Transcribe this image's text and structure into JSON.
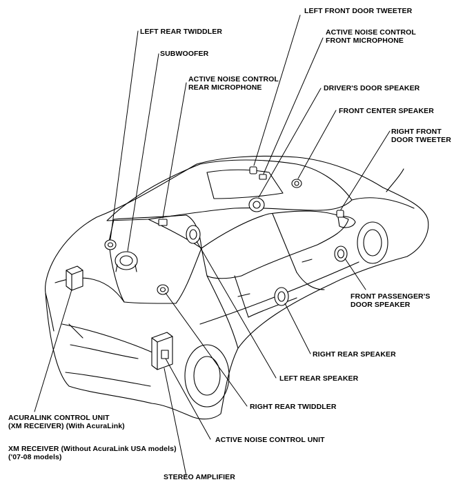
{
  "labels": {
    "left_front_door_tweeter": [
      "LEFT FRONT DOOR TWEETER"
    ],
    "anc_front_microphone": [
      "ACTIVE NOISE CONTROL",
      "FRONT MICROPHONE"
    ],
    "left_rear_twiddler": [
      "LEFT REAR TWIDDLER"
    ],
    "subwoofer": [
      "SUBWOOFER"
    ],
    "anc_rear_microphone": [
      "ACTIVE NOISE CONTROL",
      "REAR MICROPHONE"
    ],
    "drivers_door_speaker": [
      "DRIVER'S DOOR SPEAKER"
    ],
    "front_center_speaker": [
      "FRONT CENTER SPEAKER"
    ],
    "right_front_door_tweeter": [
      "RIGHT FRONT",
      "DOOR TWEETER"
    ],
    "front_passenger_door_speaker": [
      "FRONT PASSENGER'S",
      "DOOR SPEAKER"
    ],
    "right_rear_speaker": [
      "RIGHT REAR SPEAKER"
    ],
    "left_rear_speaker": [
      "LEFT REAR SPEAKER"
    ],
    "acuralink_control_unit": [
      "ACURALINK CONTROL UNIT",
      "(XM RECEIVER) (With AcuraLink)"
    ],
    "right_rear_twiddler": [
      "RIGHT REAR TWIDDLER"
    ],
    "active_noise_control_unit": [
      "ACTIVE NOISE CONTROL UNIT"
    ],
    "xm_receiver": [
      "XM RECEIVER (Without AcuraLink USA models)",
      "('07-08 models)"
    ],
    "stereo_amplifier": [
      "STEREO AMPLIFIER"
    ]
  }
}
